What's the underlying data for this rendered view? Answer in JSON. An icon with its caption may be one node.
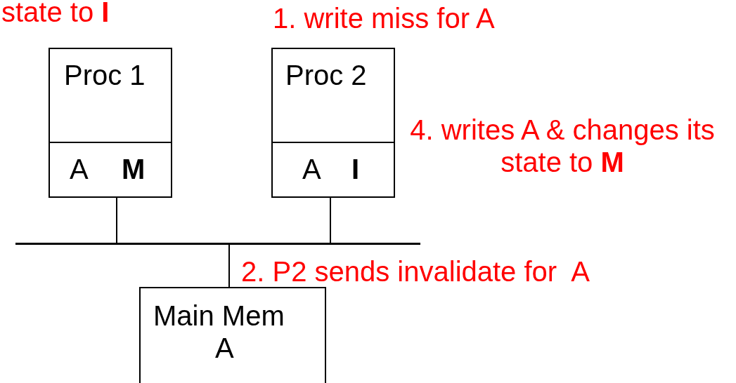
{
  "diagram": {
    "nodes": [
      {
        "text": [
          "Proc 1"
        ]
      },
      {
        "text": [
          "A",
          "M"
        ]
      },
      {
        "text": [
          "Proc 2"
        ]
      },
      {
        "text": [
          "A",
          "I"
        ]
      },
      {
        "text": [],
        "shape": "bar"
      },
      {
        "text": [
          "Main Mem",
          "A"
        ]
      }
    ],
    "edges": [
      {
        "from": 1,
        "to": 4,
        "arrow": "none"
      },
      {
        "from": 3,
        "to": 4,
        "arrow": "none"
      },
      {
        "from": 4,
        "to": 5,
        "arrow": "none"
      }
    ],
    "labels": [
      "state to **I**",
      "1. write miss for A",
      "4. writes A & changes its state to **M**",
      "2. P2 sends invalidate for  A"
    ]
  }
}
